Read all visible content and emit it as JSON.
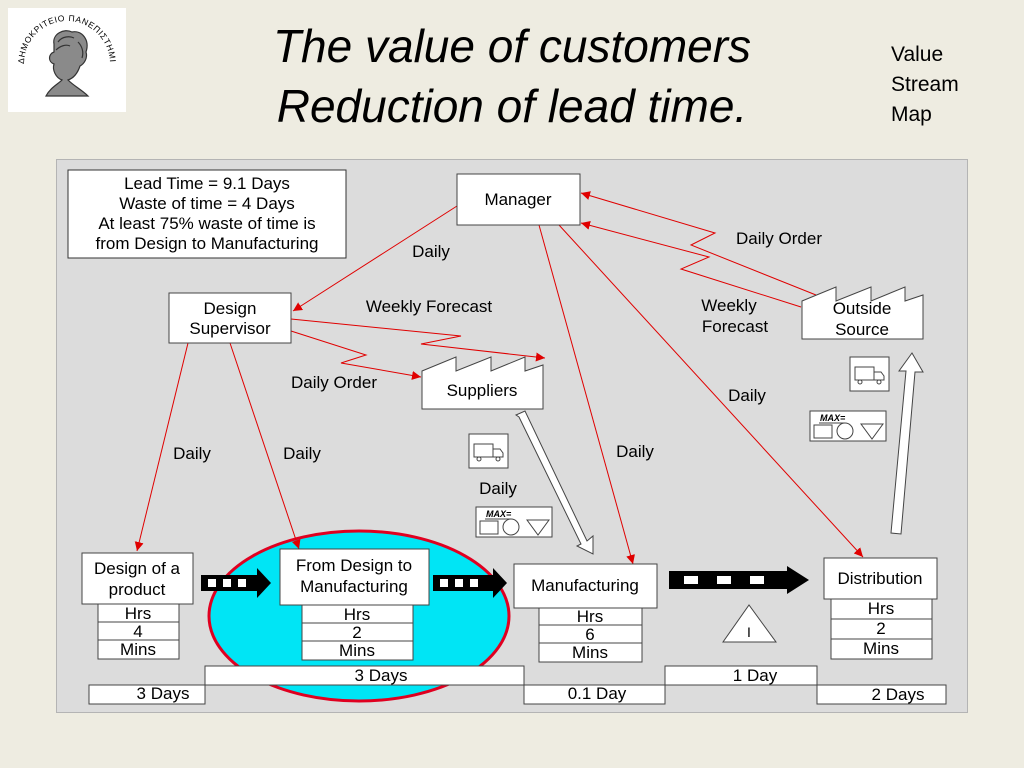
{
  "slide": {
    "title_line1": "The value of customers",
    "title_line2": "Reduction of lead time.",
    "side_label_lines": [
      "Value",
      "Stream",
      "Map"
    ],
    "logo_text": "ΔΗΜΟΚΡΙΤΕΙΟ ΠΑΝΕΠΙΣΤΗΜΙΟ ΘΡΑΚΗΣ"
  },
  "vsm": {
    "summary_lines": [
      "Lead Time = 9.1 Days",
      "Waste of time = 4 Days",
      "At least 75% waste of time is",
      "from Design to Manufacturing"
    ],
    "nodes": {
      "manager": [
        "Manager"
      ],
      "design_supervisor": [
        "Design",
        "Supervisor"
      ],
      "suppliers": [
        "Suppliers"
      ],
      "outside_source": [
        "Outside",
        "Source"
      ],
      "design_product": [
        "Design of a",
        "product"
      ],
      "design_to_manufacturing": [
        "From Design to",
        "Manufacturing"
      ],
      "manufacturing": [
        "Manufacturing"
      ],
      "distribution": [
        "Distribution"
      ]
    },
    "flow_labels": {
      "daily_manager_supervisor": "Daily",
      "weekly_forecast_suppliers": "Weekly Forecast",
      "daily_order_suppliers": "Daily Order",
      "daily_order_outside": "Daily Order",
      "weekly_forecast_outside": [
        "Weekly",
        "Forecast"
      ],
      "daily_to_design_product": "Daily",
      "daily_to_design_manufacturing": "Daily",
      "daily_to_manufacturing": "Daily",
      "daily_to_distribution": "Daily",
      "daily_truck": "Daily"
    },
    "data_boxes": [
      {
        "rows": [
          "Hrs",
          "4",
          "Mins"
        ]
      },
      {
        "rows": [
          "Hrs",
          "2",
          "Mins"
        ]
      },
      {
        "rows": [
          "Hrs",
          "6",
          "Mins"
        ]
      },
      {
        "rows": [
          "Hrs",
          "2",
          "Mins"
        ]
      }
    ],
    "max_label": "MAX=",
    "inventory_symbol": "I",
    "timeline": {
      "lower": [
        "3 Days",
        "0.1 Day",
        "2 Days"
      ],
      "upper": [
        "3 Days",
        "1 Day"
      ]
    },
    "colors": {
      "arrow_red": "#E00000",
      "highlight_cyan": "#00E5F5",
      "highlight_border": "#E00020",
      "diagram_bg": "#DCDCDC",
      "slide_bg": "#EEECE1"
    }
  }
}
